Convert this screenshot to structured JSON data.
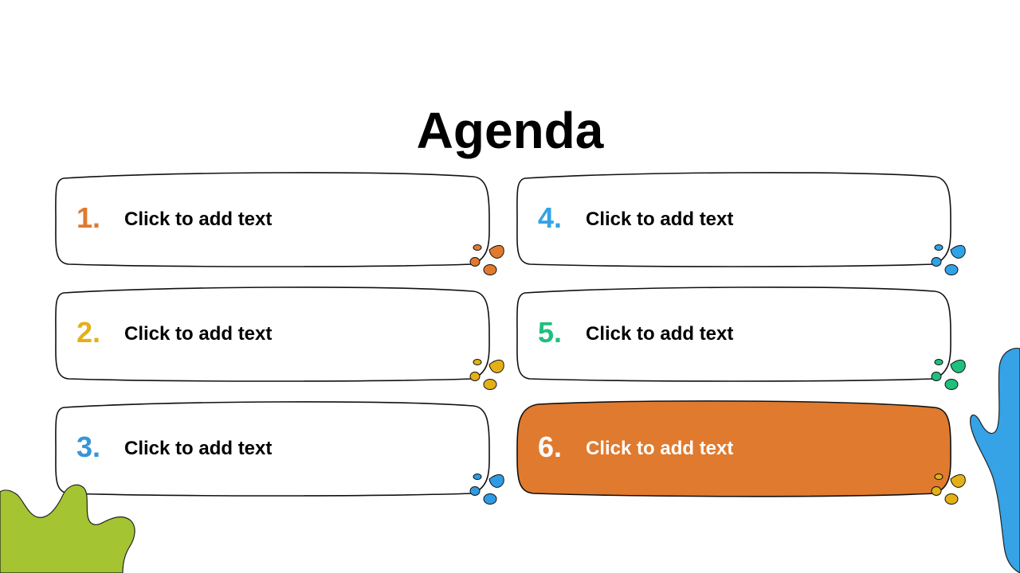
{
  "title": "Agenda",
  "items": [
    {
      "number": "1.",
      "label": "Click to add text",
      "number_color": "#e07a2e",
      "accent_color": "#e07a2e"
    },
    {
      "number": "2.",
      "label": "Click to add text",
      "number_color": "#e3b117",
      "accent_color": "#e3b117"
    },
    {
      "number": "3.",
      "label": "Click to add text",
      "number_color": "#3596d8",
      "accent_color": "#2f9be4"
    },
    {
      "number": "4.",
      "label": "Click to add text",
      "number_color": "#35a3e6",
      "accent_color": "#2fa3e6"
    },
    {
      "number": "5.",
      "label": "Click to add text",
      "number_color": "#1fbf7d",
      "accent_color": "#1fbf7d"
    },
    {
      "number": "6.",
      "label": "Click to add text",
      "number_color": "#ffffff",
      "accent_color": "#e3b117",
      "fill_color": "#e07a2e"
    }
  ],
  "decorations": {
    "left_blob_color": "#a4c432",
    "right_blob_color": "#35a3e6"
  }
}
